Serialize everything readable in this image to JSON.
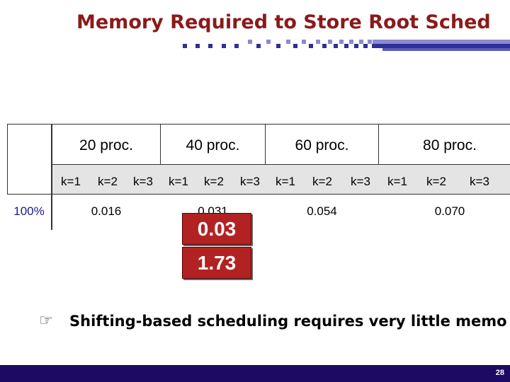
{
  "slide": {
    "title": "Memory Required to Store Root Sched",
    "table": {
      "group_headers": [
        "20 proc.",
        "40  proc.",
        "60  proc.",
        "80 proc."
      ],
      "k_labels": [
        "k=1",
        "k=2",
        "k=3",
        "k=1",
        "k=2",
        "k=3",
        "k=1",
        "k=2",
        "k=3",
        "k=1",
        "k=2",
        "k=3"
      ],
      "row_label": "100%",
      "row_values": [
        "0.016",
        "0.031",
        "0.054",
        "0.070"
      ]
    },
    "callouts": [
      "0.03",
      "1.73"
    ],
    "takeaway": "Shifting-based scheduling requires very little memo",
    "page_number": "28",
    "colors": {
      "title": "#8b1a1a",
      "callout_bg": "#b22222",
      "footer_bg": "#1c0a63"
    }
  }
}
